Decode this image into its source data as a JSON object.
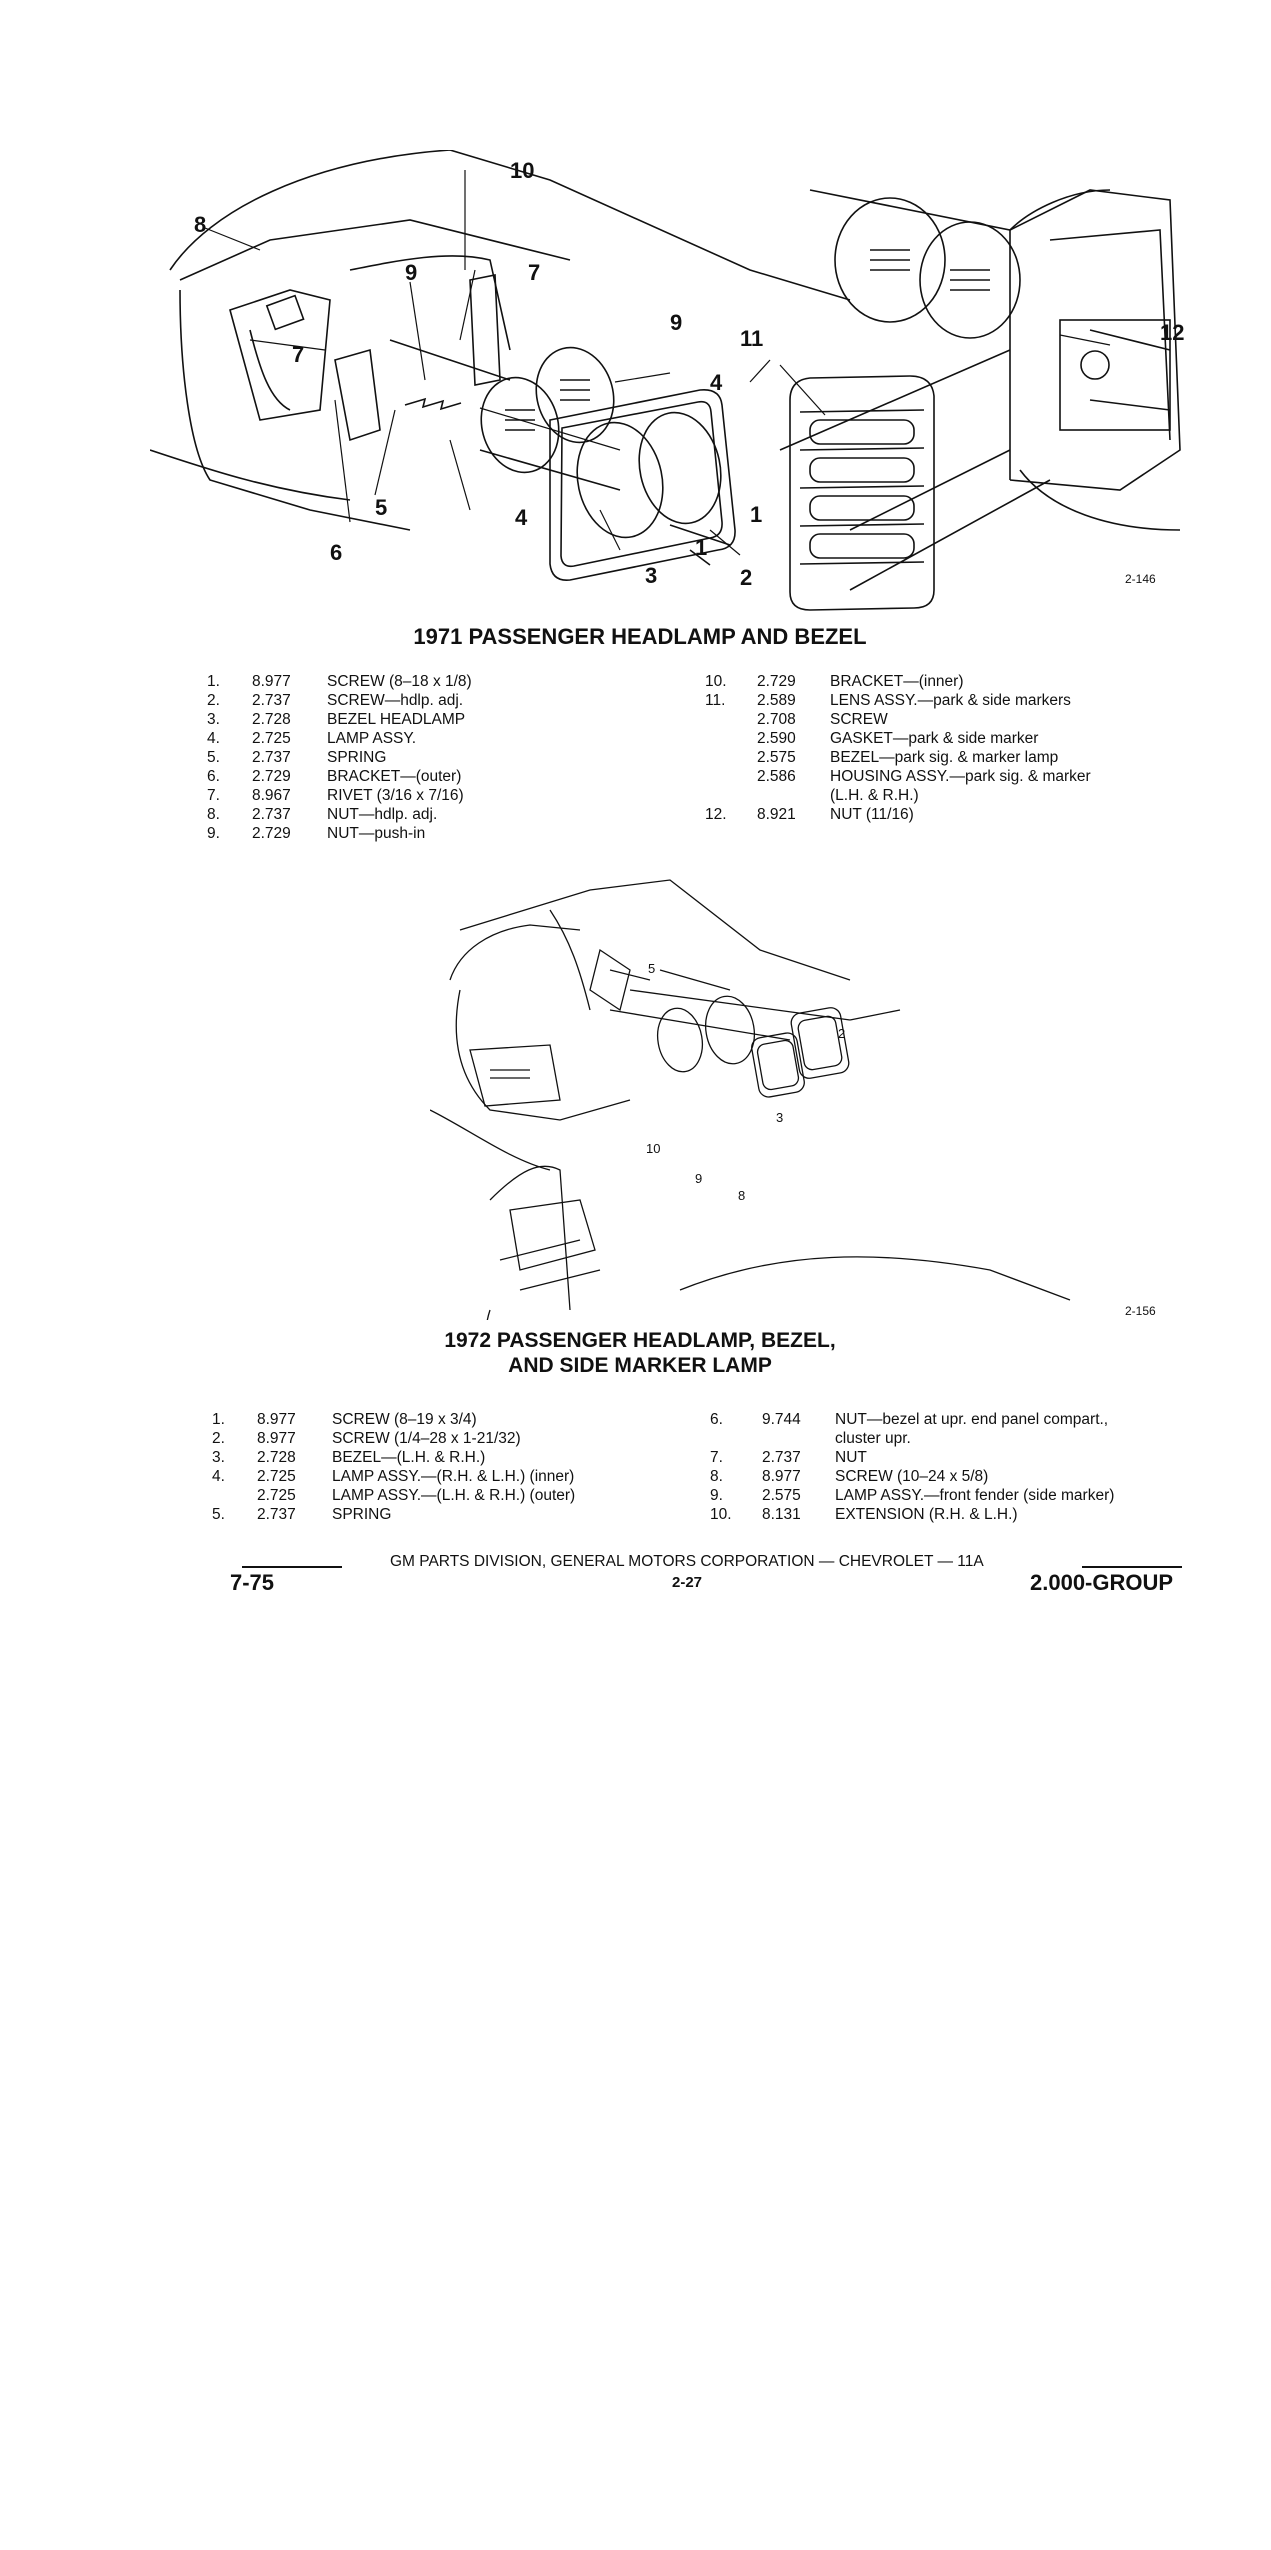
{
  "section1": {
    "diagram_ref": "2-146",
    "callouts": [
      "10",
      "8",
      "7",
      "9",
      "9",
      "11",
      "12",
      "7",
      "4",
      "4",
      "1",
      "2",
      "3",
      "5",
      "6",
      "1"
    ],
    "title": "1971 PASSENGER HEADLAMP AND BEZEL",
    "parts_left": [
      {
        "num": "1.",
        "code": "8.977",
        "desc": "SCREW (8–18 x 1/8)"
      },
      {
        "num": "2.",
        "code": "2.737",
        "desc": "SCREW—hdlp. adj."
      },
      {
        "num": "3.",
        "code": "2.728",
        "desc": "BEZEL HEADLAMP"
      },
      {
        "num": "4.",
        "code": "2.725",
        "desc": "LAMP ASSY."
      },
      {
        "num": "5.",
        "code": "2.737",
        "desc": "SPRING"
      },
      {
        "num": "6.",
        "code": "2.729",
        "desc": "BRACKET—(outer)"
      },
      {
        "num": "7.",
        "code": "8.967",
        "desc": "RIVET (3/16 x 7/16)"
      },
      {
        "num": "8.",
        "code": "2.737",
        "desc": "NUT—hdlp. adj."
      },
      {
        "num": "9.",
        "code": "2.729",
        "desc": "NUT—push-in"
      }
    ],
    "parts_right": [
      {
        "num": "10.",
        "code": "2.729",
        "desc": "BRACKET—(inner)"
      },
      {
        "num": "11.",
        "code": "2.589",
        "desc": "LENS ASSY.—park & side markers"
      },
      {
        "num": "",
        "code": "2.708",
        "desc": "SCREW"
      },
      {
        "num": "",
        "code": "2.590",
        "desc": "GASKET—park & side marker"
      },
      {
        "num": "",
        "code": "2.575",
        "desc": "BEZEL—park sig. & marker lamp"
      },
      {
        "num": "",
        "code": "2.586",
        "desc": "HOUSING ASSY.—park sig. & marker"
      },
      {
        "num": "",
        "code": "",
        "desc": "(L.H. & R.H.)"
      },
      {
        "num": "12.",
        "code": "8.921",
        "desc": "NUT (11/16)"
      }
    ]
  },
  "section2": {
    "diagram_ref": "2-156",
    "callouts": [
      "10",
      "9",
      "8",
      "5",
      "2",
      "3"
    ],
    "title_line1": "1972 PASSENGER HEADLAMP, BEZEL,",
    "title_line2": "AND SIDE MARKER LAMP",
    "parts_left": [
      {
        "num": "1.",
        "code": "8.977",
        "desc": "SCREW (8–19 x 3/4)"
      },
      {
        "num": "2.",
        "code": "8.977",
        "desc": "SCREW (1/4–28 x 1-21/32)"
      },
      {
        "num": "3.",
        "code": "2.728",
        "desc": "BEZEL—(L.H. & R.H.)"
      },
      {
        "num": "4.",
        "code": "2.725",
        "desc": "LAMP ASSY.—(R.H. & L.H.) (inner)"
      },
      {
        "num": "",
        "code": "2.725",
        "desc": "LAMP ASSY.—(L.H. & R.H.) (outer)"
      },
      {
        "num": "5.",
        "code": "2.737",
        "desc": "SPRING"
      }
    ],
    "parts_right": [
      {
        "num": "6.",
        "code": "9.744",
        "desc": "NUT—bezel at upr. end panel compart.,"
      },
      {
        "num": "",
        "code": "",
        "desc": "cluster upr."
      },
      {
        "num": "7.",
        "code": "2.737",
        "desc": "NUT"
      },
      {
        "num": "8.",
        "code": "8.977",
        "desc": "SCREW (10–24 x 5/8)"
      },
      {
        "num": "9.",
        "code": "2.575",
        "desc": "LAMP ASSY.—front fender (side marker)"
      },
      {
        "num": "10.",
        "code": "8.131",
        "desc": "EXTENSION (R.H. & L.H.)"
      }
    ]
  },
  "footer": {
    "left": "7-75",
    "center": "GM PARTS DIVISION, GENERAL MOTORS CORPORATION — CHEVROLET — 11A",
    "page": "2-27",
    "right": "2.000-GROUP"
  }
}
